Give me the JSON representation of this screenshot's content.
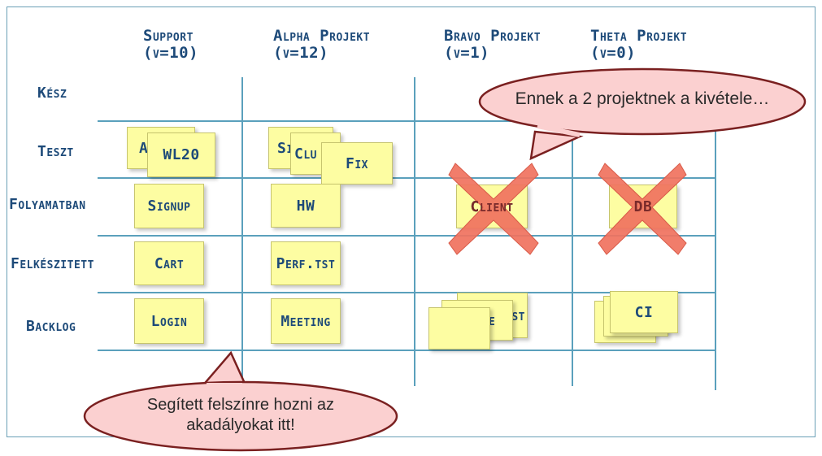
{
  "columns": [
    {
      "name": "Support",
      "wip": "(v=10)"
    },
    {
      "name": "Alpha Projekt",
      "wip": "(v=12)"
    },
    {
      "name": "Bravo Projekt",
      "wip": "(v=1)"
    },
    {
      "name": "Theta Projekt",
      "wip": "(v=0)"
    }
  ],
  "rows": [
    "Kész",
    "Teszt",
    "Folyamatban",
    "Felkészitett",
    "Backlog"
  ],
  "notes": {
    "support_teszt_back": "A",
    "support_teszt_front": "WL20",
    "support_folyamatban": "Signup",
    "support_felkeszitett": "Cart",
    "support_backlog": "Login",
    "alpha_teszt_1": "Si",
    "alpha_teszt_2": "Clu",
    "alpha_teszt_3": "Fix",
    "alpha_folyamatban": "HW",
    "alpha_felkeszitett": "Perf.tst",
    "alpha_backlog": "Meeting",
    "bravo_folyamatban": "Client",
    "bravo_backlog_back": "Test",
    "bravo_backlog_front": "Spike",
    "theta_folyamatban": "DB",
    "theta_backlog": "CI"
  },
  "callouts": {
    "top": "Ennek a 2 projektnek a kivétele…",
    "bottom_line1": "Segített felszínre hozni az",
    "bottom_line2": "akadályokat itt!"
  },
  "colors": {
    "grid": "#5aa0bc",
    "note": "#fdfda2",
    "handwriting": "#1d4a79",
    "cross": "#f0725e",
    "bubble_fill": "#fbd0d0",
    "bubble_stroke": "#7a2020"
  }
}
